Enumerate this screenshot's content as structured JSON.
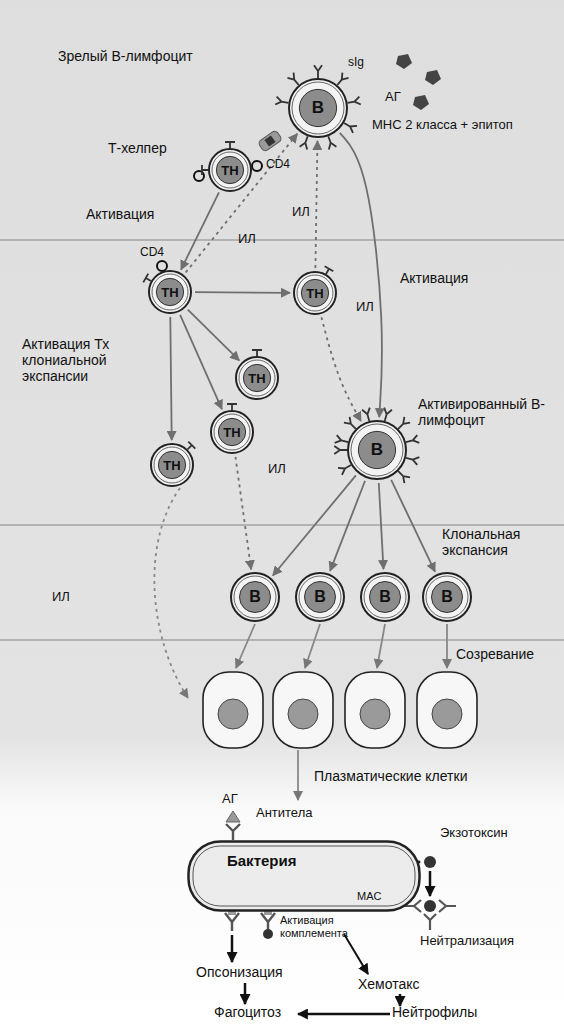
{
  "diagram": {
    "nodes": [
      {
        "text": [
          "B"
        ]
      },
      {
        "text": [
          "TH"
        ]
      },
      {
        "text": [
          "TH"
        ]
      },
      {
        "text": [
          "TH"
        ]
      },
      {
        "text": [
          "TH"
        ]
      },
      {
        "text": [
          "TH"
        ]
      },
      {
        "text": [
          "TH"
        ]
      },
      {
        "text": [
          "B"
        ]
      },
      {
        "text": [
          "B"
        ]
      },
      {
        "text": [
          "B"
        ]
      },
      {
        "text": [
          "B"
        ]
      },
      {
        "text": [
          "B"
        ]
      },
      {
        "text": [
          "Бактерия"
        ]
      }
    ],
    "edges": [
      {
        "from": 1,
        "to": 2,
        "arrow": "to"
      },
      {
        "from": 2,
        "to": 0,
        "arrow": "to"
      },
      {
        "from": 3,
        "to": 0,
        "arrow": "to"
      },
      {
        "from": 2,
        "to": 3,
        "arrow": "to"
      },
      {
        "from": 2,
        "to": 4,
        "arrow": "to"
      },
      {
        "from": 2,
        "to": 5,
        "arrow": "to"
      },
      {
        "from": 2,
        "to": 6,
        "arrow": "to"
      },
      {
        "from": 0,
        "to": 7,
        "arrow": "to"
      },
      {
        "from": 3,
        "to": 7,
        "arrow": "to"
      },
      {
        "from": 5,
        "to": 8,
        "arrow": "to"
      },
      {
        "from": 7,
        "to": 8,
        "arrow": "to"
      },
      {
        "from": 7,
        "to": 9,
        "arrow": "to"
      },
      {
        "from": 7,
        "to": 10,
        "arrow": "to"
      },
      {
        "from": 7,
        "to": 11,
        "arrow": "to"
      }
    ],
    "labels": [
      "Зрелый В-лимфоцит",
      "sIg",
      "АГ",
      "МНС 2 класса + эпитоп",
      "Т-хелпер",
      "CD4",
      "Активация",
      "ИЛ",
      "ИЛ",
      "CD4",
      "Активация",
      "ИЛ",
      "Активация Тх клониальной экспансии",
      "Активированный В-лимфоцит",
      "ИЛ",
      "Клональная экспансия",
      "ИЛ",
      "Созревание",
      "Плазматические клетки",
      "АГ",
      "Антитела",
      "Экзотоксин",
      "MAC",
      "Активация комплемента",
      "Нейтрализация",
      "Опсонизация",
      "Хемотакс",
      "Фагоцитоз",
      "Нейтрофилы"
    ]
  }
}
